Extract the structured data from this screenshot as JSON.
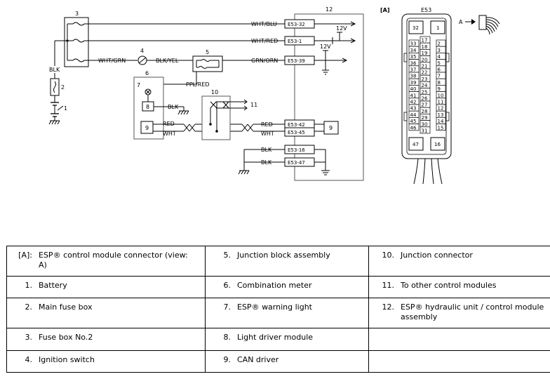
{
  "diagram": {
    "wires": {
      "wht_blu": "WHT/BLU",
      "wht_red": "WHT/RED",
      "wht_grn": "WHT/GRN",
      "blk_yel": "BLK/YEL",
      "grn_orn": "GRN/ORN",
      "ppl_red": "PPL/RED",
      "blk_battery": "BLK",
      "blk_meter": "BLK",
      "red_meter": "RED",
      "wht_meter": "WHT",
      "red_module": "RED",
      "wht_module": "WHT",
      "blk_gnd1": "BLK",
      "blk_gnd2": "BLK"
    },
    "terminals": {
      "t32": "E53-32",
      "t1": "E53-1",
      "t39": "E53-39",
      "t42": "E53-42",
      "t45": "E53-45",
      "t16": "E53-16",
      "t47": "E53-47"
    },
    "voltages": {
      "v1": "12V",
      "v2": "12V"
    },
    "numbers": {
      "n1": "1",
      "n2": "2",
      "n3": "3",
      "n4": "4",
      "n5": "5",
      "n6": "6",
      "n7": "7",
      "n8": "8",
      "n9": "9",
      "n9b": "9",
      "n10": "10",
      "n11": "11",
      "n12": "12"
    },
    "connector": {
      "tag": "[A]",
      "name": "E53",
      "view_arrow": "A",
      "top_pins": [
        "32",
        "1"
      ],
      "bottom_pins": [
        "47",
        "16"
      ],
      "left_col": [
        "33",
        "34",
        "35",
        "36",
        "37",
        "38",
        "39",
        "40",
        "41",
        "42",
        "43",
        "44",
        "45",
        "46"
      ],
      "mid_col": [
        "17",
        "18",
        "19",
        "20",
        "21",
        "22",
        "23",
        "24",
        "25",
        "26",
        "27",
        "28",
        "29",
        "30",
        "31"
      ],
      "right_col": [
        "2",
        "3",
        "4",
        "5",
        "6",
        "7",
        "8",
        "9",
        "10",
        "11",
        "12",
        "13",
        "14",
        "15"
      ]
    }
  },
  "legend": {
    "rows": [
      [
        {
          "key": "[A]:",
          "val": "ESP® control module connector (view: A)"
        },
        {
          "key": "5.",
          "val": "Junction block assembly"
        },
        {
          "key": "10.",
          "val": "Junction connector"
        }
      ],
      [
        {
          "key": "1.",
          "val": "Battery"
        },
        {
          "key": "6.",
          "val": "Combination meter"
        },
        {
          "key": "11.",
          "val": "To other control modules"
        }
      ],
      [
        {
          "key": "2.",
          "val": "Main fuse box"
        },
        {
          "key": "7.",
          "val": "ESP® warning light"
        },
        {
          "key": "12.",
          "val": "ESP® hydraulic unit / control module assembly"
        }
      ],
      [
        {
          "key": "3.",
          "val": "Fuse box No.2"
        },
        {
          "key": "8.",
          "val": "Light driver module"
        },
        {
          "key": "",
          "val": ""
        }
      ],
      [
        {
          "key": "4.",
          "val": "Ignition switch"
        },
        {
          "key": "9.",
          "val": "CAN driver"
        },
        {
          "key": "",
          "val": ""
        }
      ]
    ]
  }
}
